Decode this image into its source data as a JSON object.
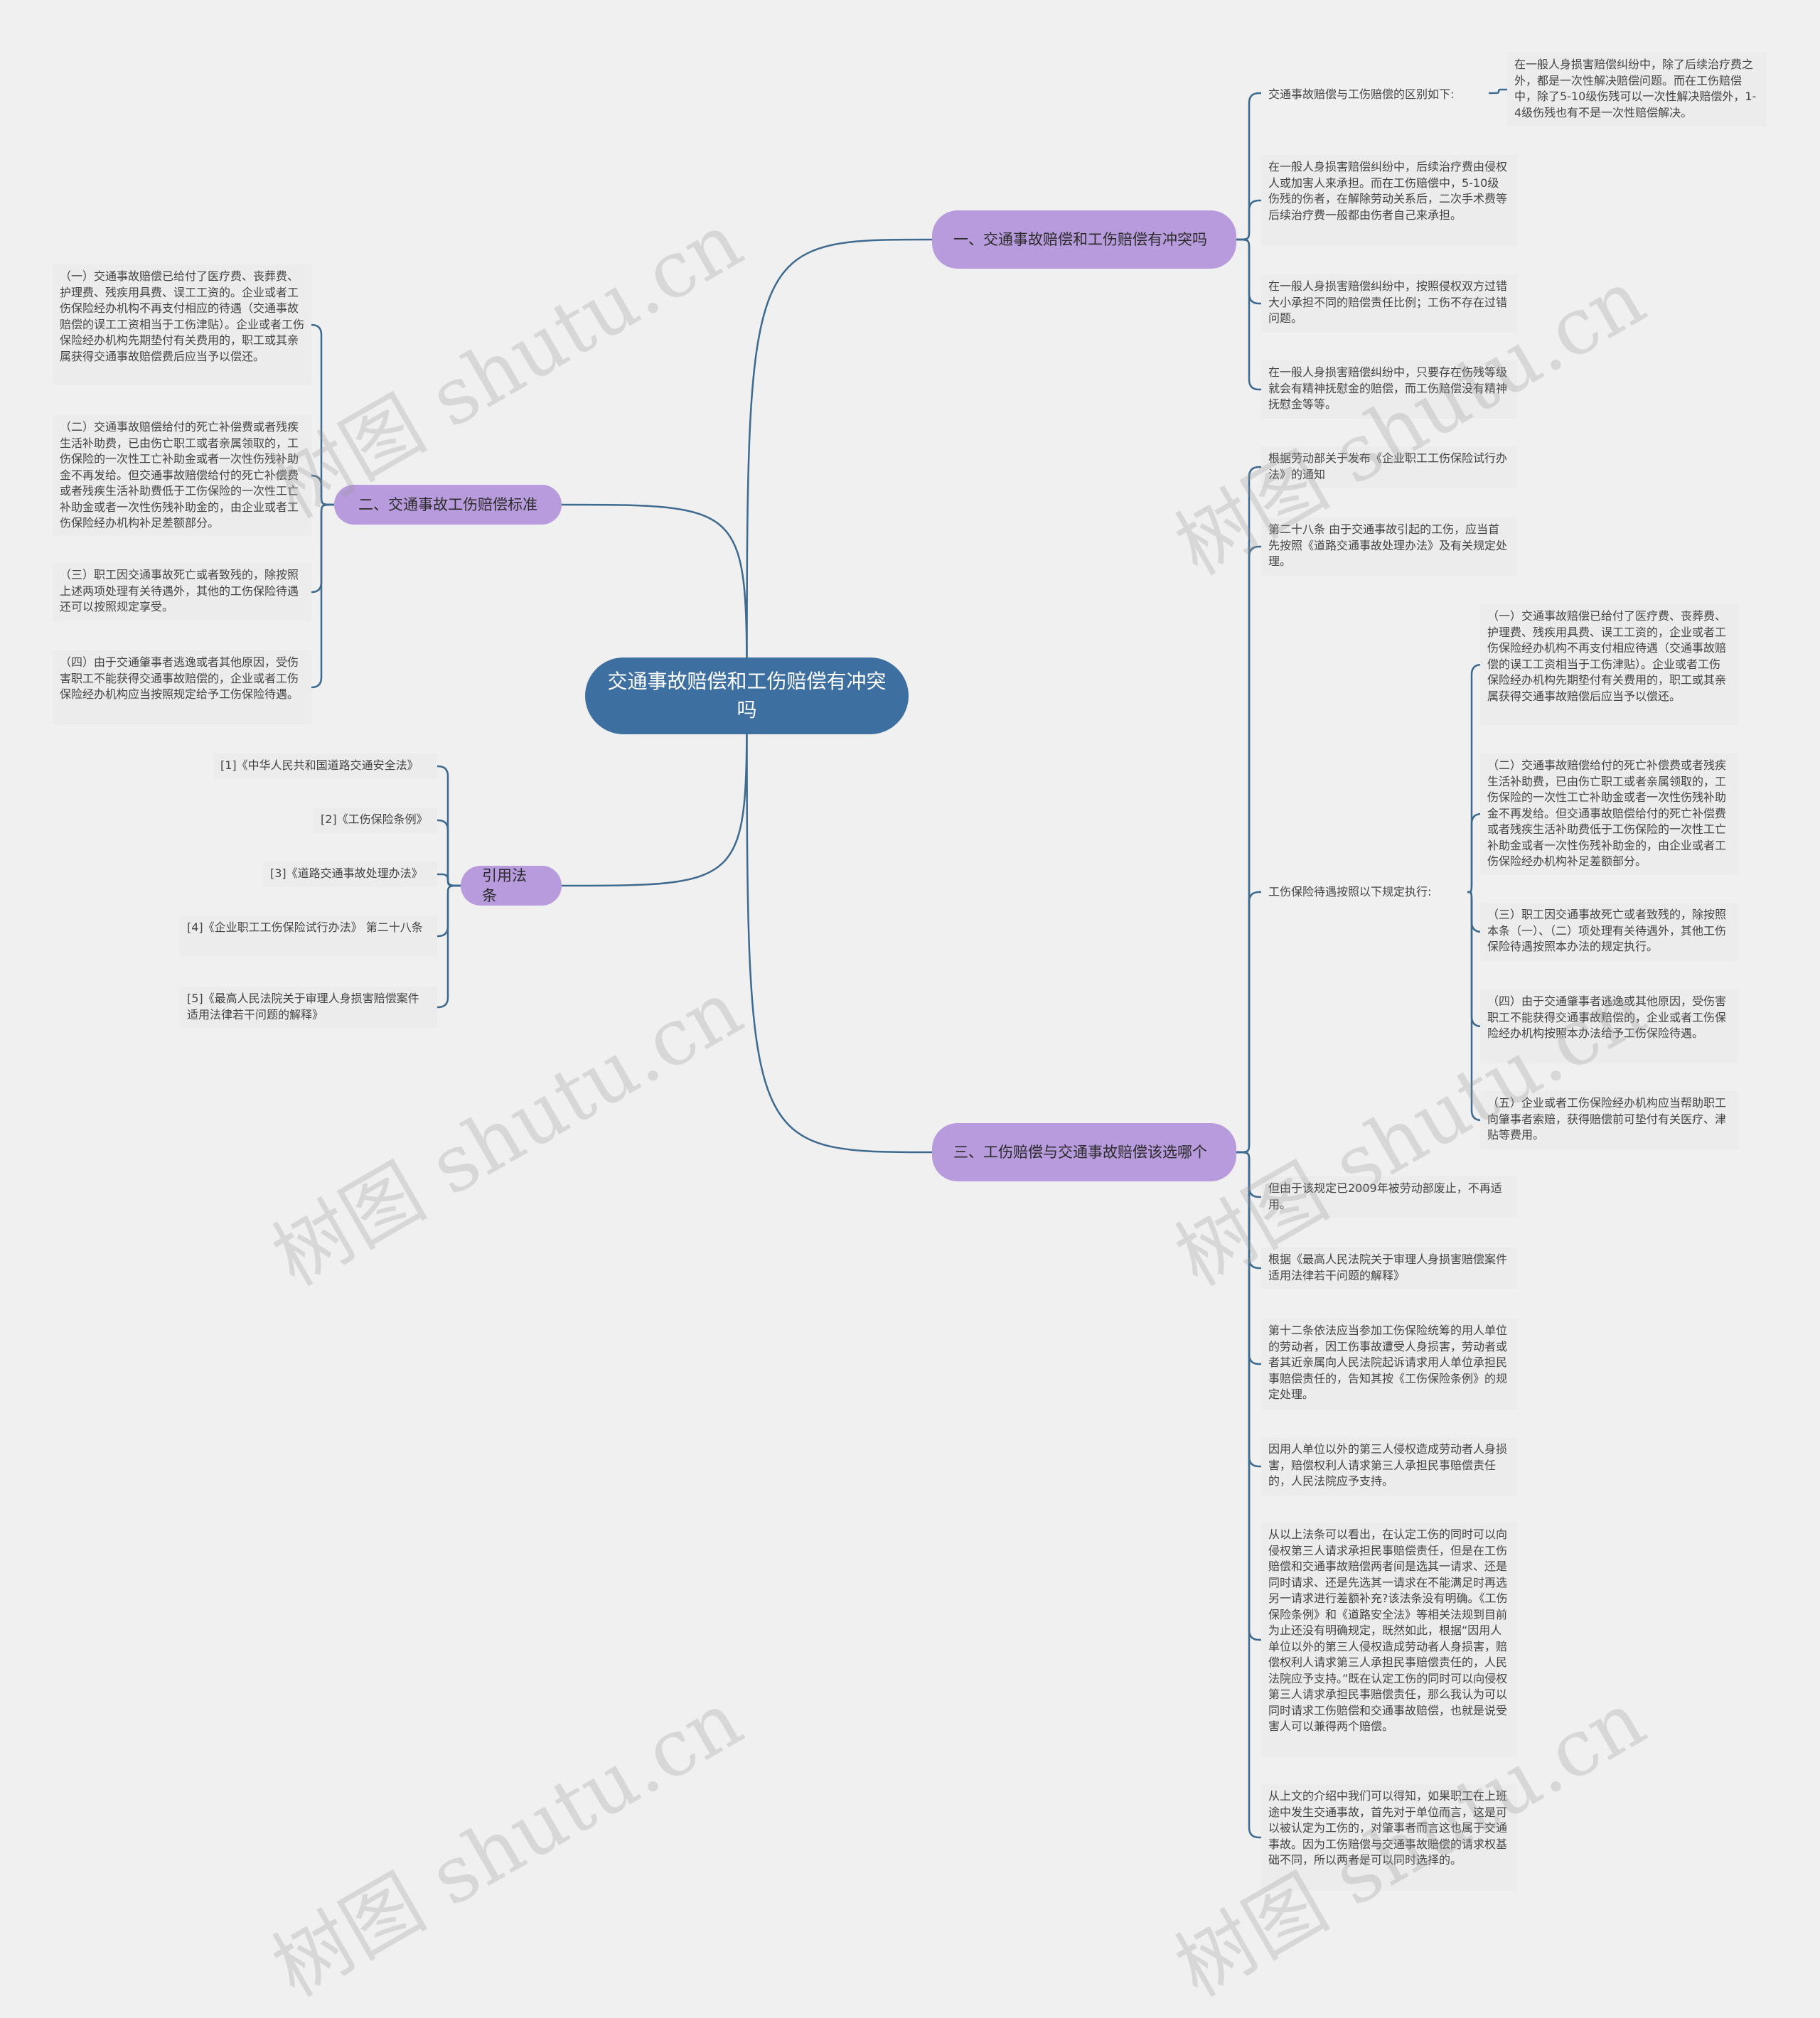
{
  "root": {
    "title": "交通事故赔偿和工伤赔偿有冲突吗"
  },
  "watermark": "树图 shutu.cn",
  "colors": {
    "root": "#3d6fa0",
    "branch": "#b89bdc",
    "edge": "#3d6a8e",
    "leaf_bg": "#ececec"
  },
  "branches": {
    "b1": {
      "label": "一、交通事故赔偿和工伤赔偿有冲突吗",
      "compare_label": "交通事故赔偿与工伤赔偿的区别如下:",
      "compare_detail": "在一般人身损害赔偿纠纷中，除了后续治疗费之外，都是一次性解决赔偿问题。而在工伤赔偿中，除了5-10级伤残可以一次性解决赔偿外，1-4级伤残也有不是一次性赔偿解决。",
      "items": [
        "在一般人身损害赔偿纠纷中，后续治疗费由侵权人或加害人来承担。而在工伤赔偿中，5-10级伤残的伤者，在解除劳动关系后，二次手术费等后续治疗费一般都由伤者自己来承担。",
        "在一般人身损害赔偿纠纷中，按照侵权双方过错大小承担不同的赔偿责任比例；工伤不存在过错问题。",
        "在一般人身损害赔偿纠纷中，只要存在伤残等级就会有精神抚慰金的赔偿，而工伤赔偿没有精神抚慰金等等。"
      ]
    },
    "b2": {
      "label": "二、交通事故工伤赔偿标准",
      "items": [
        "（一）交通事故赔偿已给付了医疗费、丧葬费、护理费、残疾用具费、误工工资的。企业或者工伤保险经办机构不再支付相应的待遇（交通事故赔偿的误工工资相当于工伤津贴）。企业或者工伤保险经办机构先期垫付有关费用的，职工或其亲属获得交通事故赔偿费后应当予以偿还。",
        "（二）交通事故赔偿给付的死亡补偿费或者残疾生活补助费，已由伤亡职工或者亲属领取的，工伤保险的一次性工亡补助金或者一次性伤残补助金不再发给。但交通事故赔偿给付的死亡补偿费或者残疾生活补助费低于工伤保险的一次性工亡补助金或者一次性伤残补助金的，由企业或者工伤保险经办机构补足差额部分。",
        "（三）职工因交通事故死亡或者致残的，除按照上述两项处理有关待遇外，其他的工伤保险待遇还可以按照规定享受。",
        "（四）由于交通肇事者逃逸或者其他原因，受伤害职工不能获得交通事故赔偿的，企业或者工伤保险经办机构应当按照规定给予工伤保险待遇。"
      ]
    },
    "b3": {
      "label": "引用法条",
      "items": [
        "[1]《中华人民共和国道路交通安全法》",
        "[2]《工伤保险条例》",
        "[3]《道路交通事故处理办法》",
        "[4]《企业职工工伤保险试行办法》 第二十八条",
        "[5]《最高人民法院关于审理人身损害赔偿案件适用法律若干问题的解释》"
      ]
    },
    "b4": {
      "label": "三、工伤赔偿与交通事故赔偿该选哪个",
      "items_before": [
        "根据劳动部关于发布《企业职工工伤保险试行办法》的通知",
        "第二十八条 由于交通事故引起的工伤，应当首先按照《道路交通事故处理办法》及有关规定处理。"
      ],
      "rule_label": "工伤保险待遇按照以下规定执行:",
      "rule_items": [
        "（一）交通事故赔偿已给付了医疗费、丧葬费、护理费、残疾用具费、误工工资的，企业或者工伤保险经办机构不再支付相应待遇（交通事故赔偿的误工工资相当于工伤津贴）。企业或者工伤保险经办机构先期垫付有关费用的，职工或其亲属获得交通事故赔偿后应当予以偿还。",
        "（二）交通事故赔偿给付的死亡补偿费或者残疾生活补助费，已由伤亡职工或者亲属领取的，工伤保险的一次性工亡补助金或者一次性伤残补助金不再发给。但交通事故赔偿给付的死亡补偿费或者残疾生活补助费低于工伤保险的一次性工亡补助金或者一次性伤残补助金的，由企业或者工伤保险经办机构补足差额部分。",
        "（三）职工因交通事故死亡或者致残的，除按照本条（一）、（二）项处理有关待遇外，其他工伤保险待遇按照本办法的规定执行。",
        "（四）由于交通肇事者逃逸或其他原因，受伤害职工不能获得交通事故赔偿的，企业或者工伤保险经办机构按照本办法给予工伤保险待遇。",
        "（五）企业或者工伤保险经办机构应当帮助职工向肇事者索赔，获得赔偿前可垫付有关医疗、津贴等费用。"
      ],
      "items_after": [
        "但由于该规定已2009年被劳动部废止，不再适用。",
        "根据《最高人民法院关于审理人身损害赔偿案件适用法律若干问题的解释》",
        "第十二条依法应当参加工伤保险统筹的用人单位的劳动者，因工伤事故遭受人身损害，劳动者或者其近亲属向人民法院起诉请求用人单位承担民事赔偿责任的，告知其按《工伤保险条例》的规定处理。",
        "因用人单位以外的第三人侵权造成劳动者人身损害，赔偿权利人请求第三人承担民事赔偿责任的，人民法院应予支持。",
        "从以上法条可以看出，在认定工伤的同时可以向侵权第三人请求承担民事赔偿责任，但是在工伤赔偿和交通事故赔偿两者间是选其一请求、还是同时请求、还是先选其一请求在不能满足时再选另一请求进行差额补充?该法条没有明确。《工伤保险条例》和《道路安全法》等相关法规到目前为止还没有明确规定，既然如此，根据“因用人单位以外的第三人侵权造成劳动者人身损害，赔偿权利人请求第三人承担民事赔偿责任的，人民法院应予支持。”既在认定工伤的同时可以向侵权第三人请求承担民事赔偿责任，那么我认为可以同时请求工伤赔偿和交通事故赔偿，也就是说受害人可以兼得两个赔偿。",
        "从上文的介绍中我们可以得知，如果职工在上班途中发生交通事故，首先对于单位而言，这是可以被认定为工伤的，对肇事者而言这也属于交通事故。因为工伤赔偿与交通事故赔偿的请求权基础不同，所以两者是可以同时选择的。"
      ]
    }
  }
}
